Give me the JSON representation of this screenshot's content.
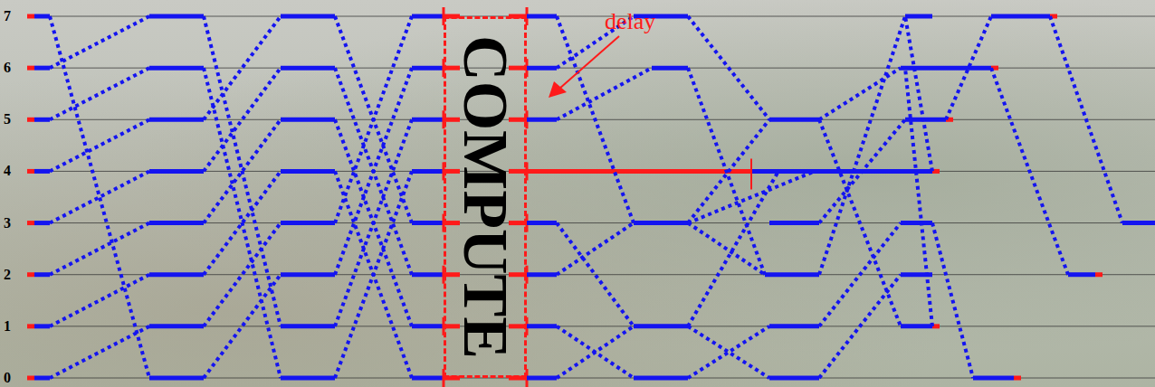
{
  "diagram": {
    "nodes": [
      {
        "text": [
          "COMPUTE"
        ]
      }
    ],
    "labels": [
      "7",
      "6",
      "5",
      "4",
      "3",
      "2",
      "1",
      "0",
      "delay"
    ]
  }
}
